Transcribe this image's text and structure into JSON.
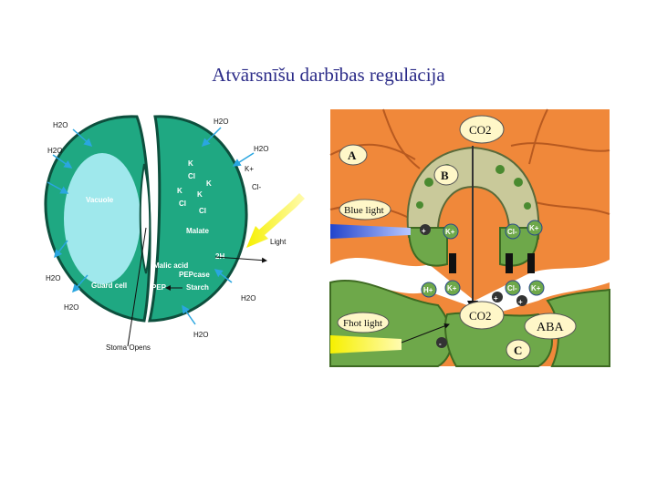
{
  "title": "Atvārsnīšu darbības regulācija",
  "left_panel": {
    "water_labels": [
      "H2O",
      "H2O",
      "H2O",
      "H2O",
      "H2O",
      "H2O",
      "H2O",
      "H2O"
    ],
    "vacuole": "Vacuole",
    "guard_cell": "Guard cell",
    "ions": [
      "K",
      "Cl",
      "K",
      "K",
      "Cl",
      "Cl",
      "K",
      "K+",
      "Cl-"
    ],
    "malate": "Malate",
    "two_h": "2H",
    "malic_acid": "Malic acid",
    "pepcase": "PEPcase",
    "pep": "PEP",
    "starch": "Starch",
    "light": "Light",
    "stoma_opens": "Stoma Opens"
  },
  "right_panel": {
    "label_a": "A",
    "label_b": "B",
    "label_c": "C",
    "co2_top": "CO2",
    "co2_mid": "CO2",
    "blue_light": "Blue light",
    "photo_light": "Fhot light",
    "aba": "ABA",
    "ions_left": [
      "K+",
      "H+",
      "K+"
    ],
    "ions_right": [
      "Cl-",
      "K+",
      "Cl-",
      "K+"
    ],
    "plus": "+",
    "minus": "-"
  },
  "colors": {
    "guard_fill": "#1fa882",
    "vacuole_fill": "#9fe8ec",
    "cell_orange": "#f0883a",
    "cell_green": "#6ea84a",
    "title_color": "#2b2b88"
  }
}
